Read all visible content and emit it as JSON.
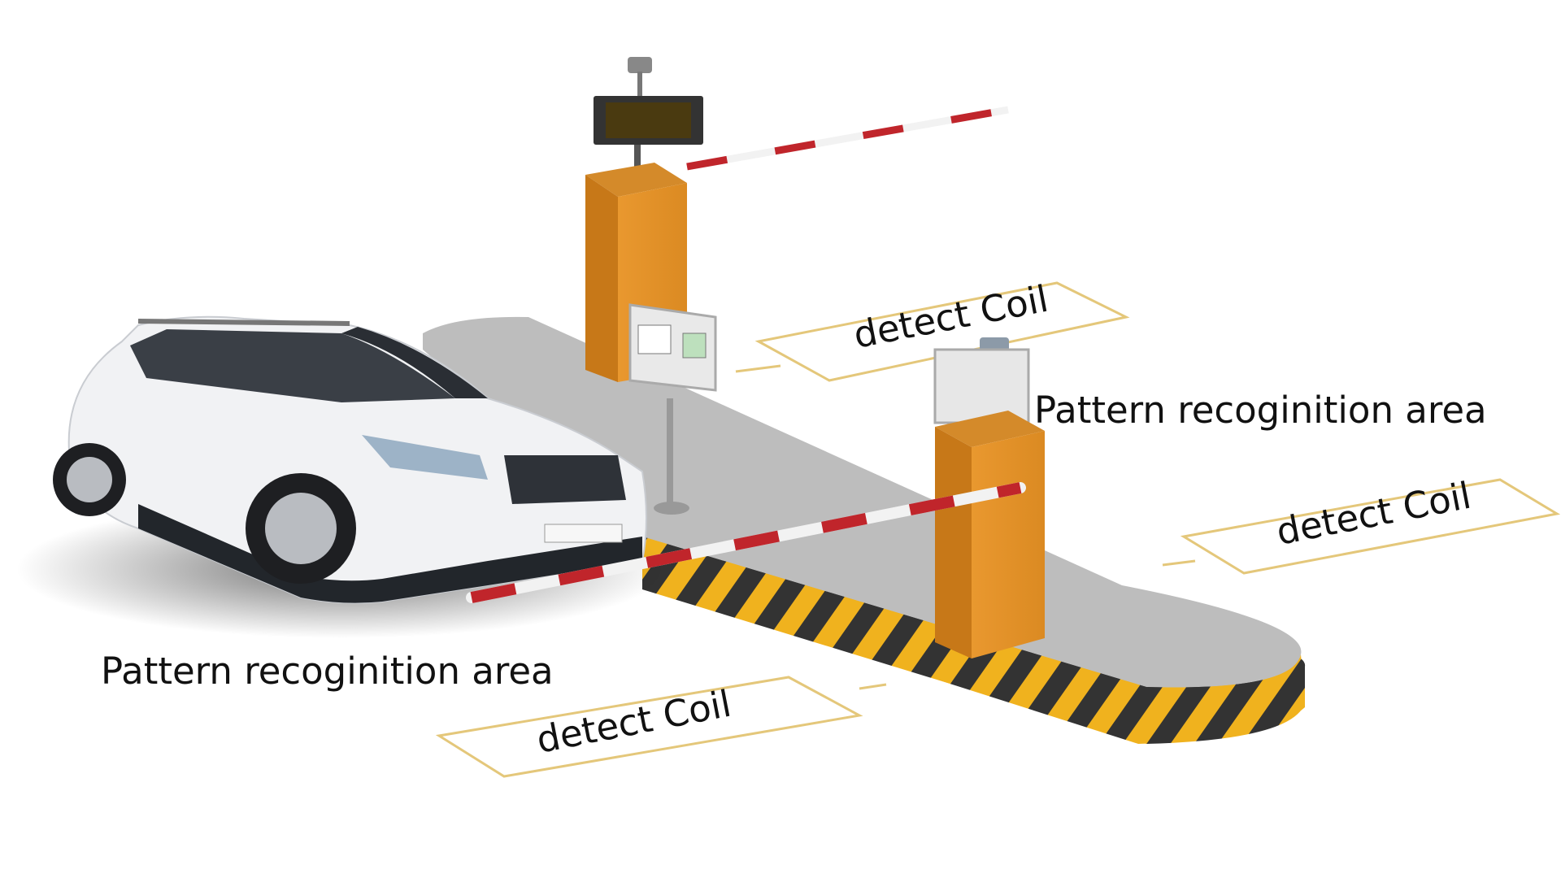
{
  "labels": {
    "detect_coil_top": "detect Coil",
    "detect_coil_right": "detect Coil",
    "detect_coil_bottom": "detect Coil",
    "pattern_area_right": "Pattern recoginition area",
    "pattern_area_left": "Pattern recoginition area"
  },
  "colors": {
    "gate_orange": "#E8962E",
    "gate_orange_dark": "#C77818",
    "platform_gray": "#B4B4B4",
    "platform_top": "#C3C3C3",
    "hazard_yellow": "#F0B21E",
    "hazard_black": "#333333",
    "boom_red": "#C0252B",
    "boom_white": "#F2F2F2",
    "coil_outline": "#E4C77A",
    "car_white": "#F1F2F4",
    "car_dark": "#22262B"
  }
}
